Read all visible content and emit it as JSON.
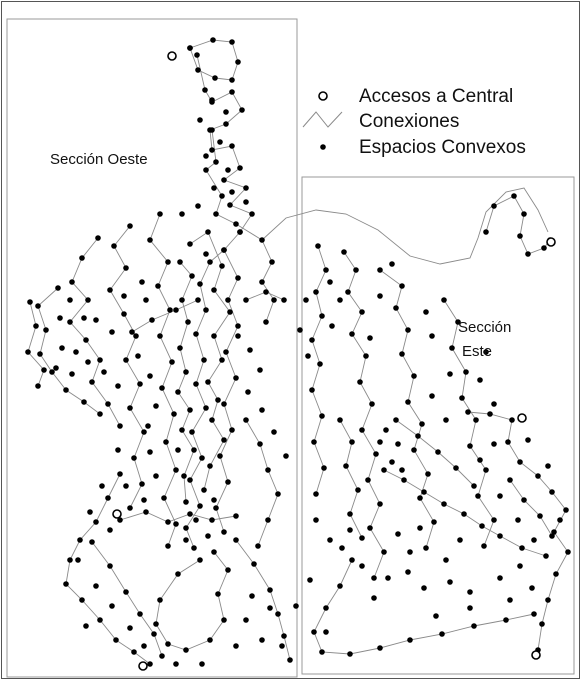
{
  "diagram": {
    "legend": {
      "items": [
        {
          "label": "Accesos a Central",
          "symbol": "open-circle"
        },
        {
          "label": "Conexiones",
          "symbol": "zigzag-line"
        },
        {
          "label": "Espacios Convexos",
          "symbol": "filled-dot"
        }
      ]
    },
    "sections": {
      "west_label": "Sección Oeste",
      "east_label_line1": "Sección",
      "east_label_line2": "Este"
    },
    "colors": {
      "node": "#000000",
      "edge": "#8a8a8a",
      "frame": "#9a9a9a",
      "background": "#ffffff"
    }
  }
}
